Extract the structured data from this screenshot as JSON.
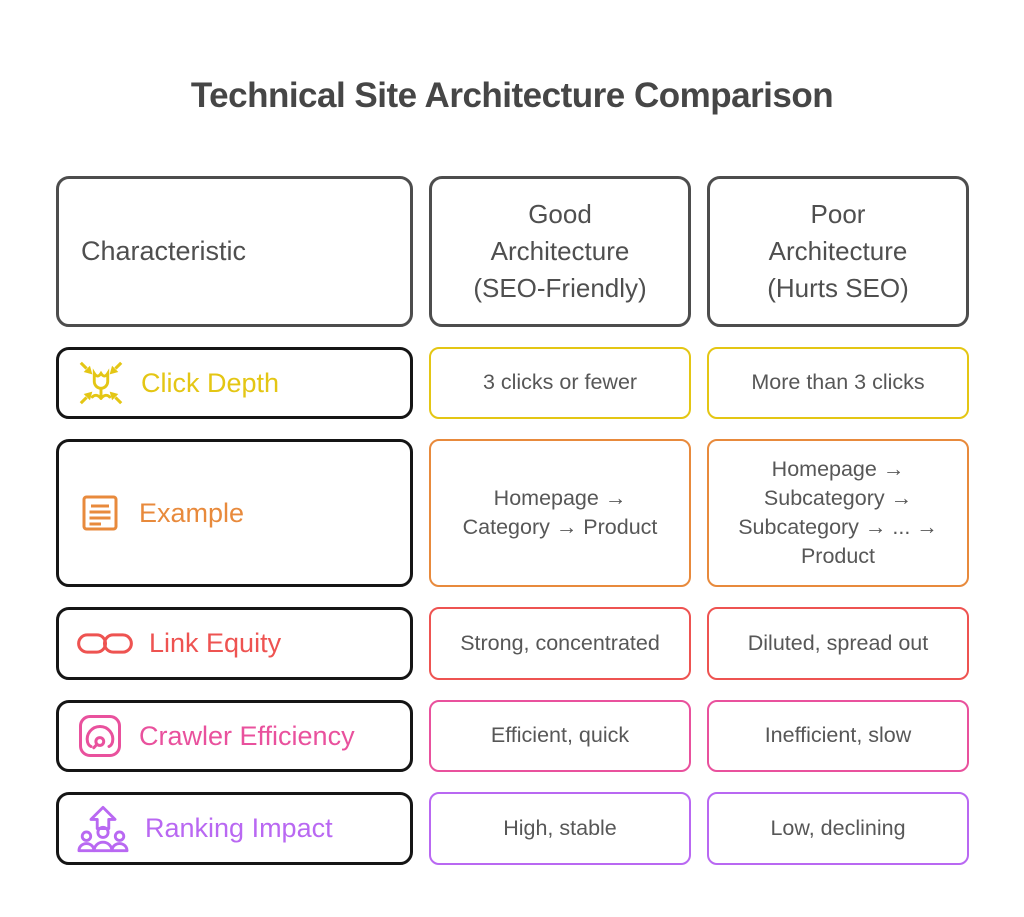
{
  "title": "Technical Site Architecture Comparison",
  "table": {
    "headers": [
      {
        "label": "Characteristic"
      },
      {
        "label": "Good\nArchitecture\n(SEO-Friendly)"
      },
      {
        "label": "Poor\nArchitecture\n(Hurts SEO)"
      }
    ],
    "rows": [
      {
        "characteristic": "Click Depth",
        "icon": "compress-arrows-icon",
        "accent_color": "#e4c614",
        "good": "3 clicks or fewer",
        "poor": "More than 3 clicks"
      },
      {
        "characteristic": "Example",
        "icon": "document-lines-icon",
        "accent_color": "#e88a3c",
        "good": "Homepage →\nCategory → Product",
        "poor": "Homepage →\nSubcategory →\nSubcategory → ... →\nProduct"
      },
      {
        "characteristic": "Link Equity",
        "icon": "chain-link-icon",
        "accent_color": "#ee5351",
        "good": "Strong, concentrated",
        "poor": "Diluted, spread out"
      },
      {
        "characteristic": "Crawler Efficiency",
        "icon": "speedometer-icon",
        "accent_color": "#e9519d",
        "good": "Efficient, quick",
        "poor": "Inefficient, slow"
      },
      {
        "characteristic": "Ranking Impact",
        "icon": "audience-growth-icon",
        "accent_color": "#b968f2",
        "good": "High, stable",
        "poor": "Low, declining"
      }
    ]
  },
  "colors": {
    "background": "#ffffff",
    "title_text": "#464646",
    "header_border": "#4d4d4d",
    "header_text": "#4f4f4f",
    "label_border": "#151515",
    "value_text": "#575757"
  }
}
